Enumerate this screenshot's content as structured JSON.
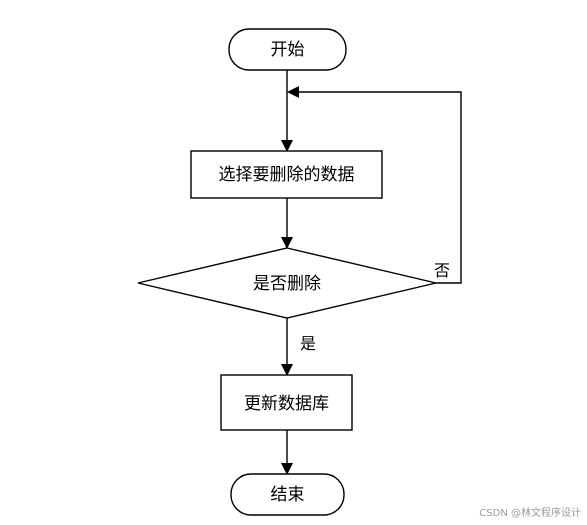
{
  "flowchart": {
    "start": "开始",
    "select": "选择要删除的数据",
    "decision": "是否删除",
    "update": "更新数据库",
    "end": "结束",
    "yes_label": "是",
    "no_label": "否"
  },
  "watermark": "CSDN @林文程序设计",
  "colors": {
    "stroke": "#000000",
    "background": "#ffffff"
  }
}
